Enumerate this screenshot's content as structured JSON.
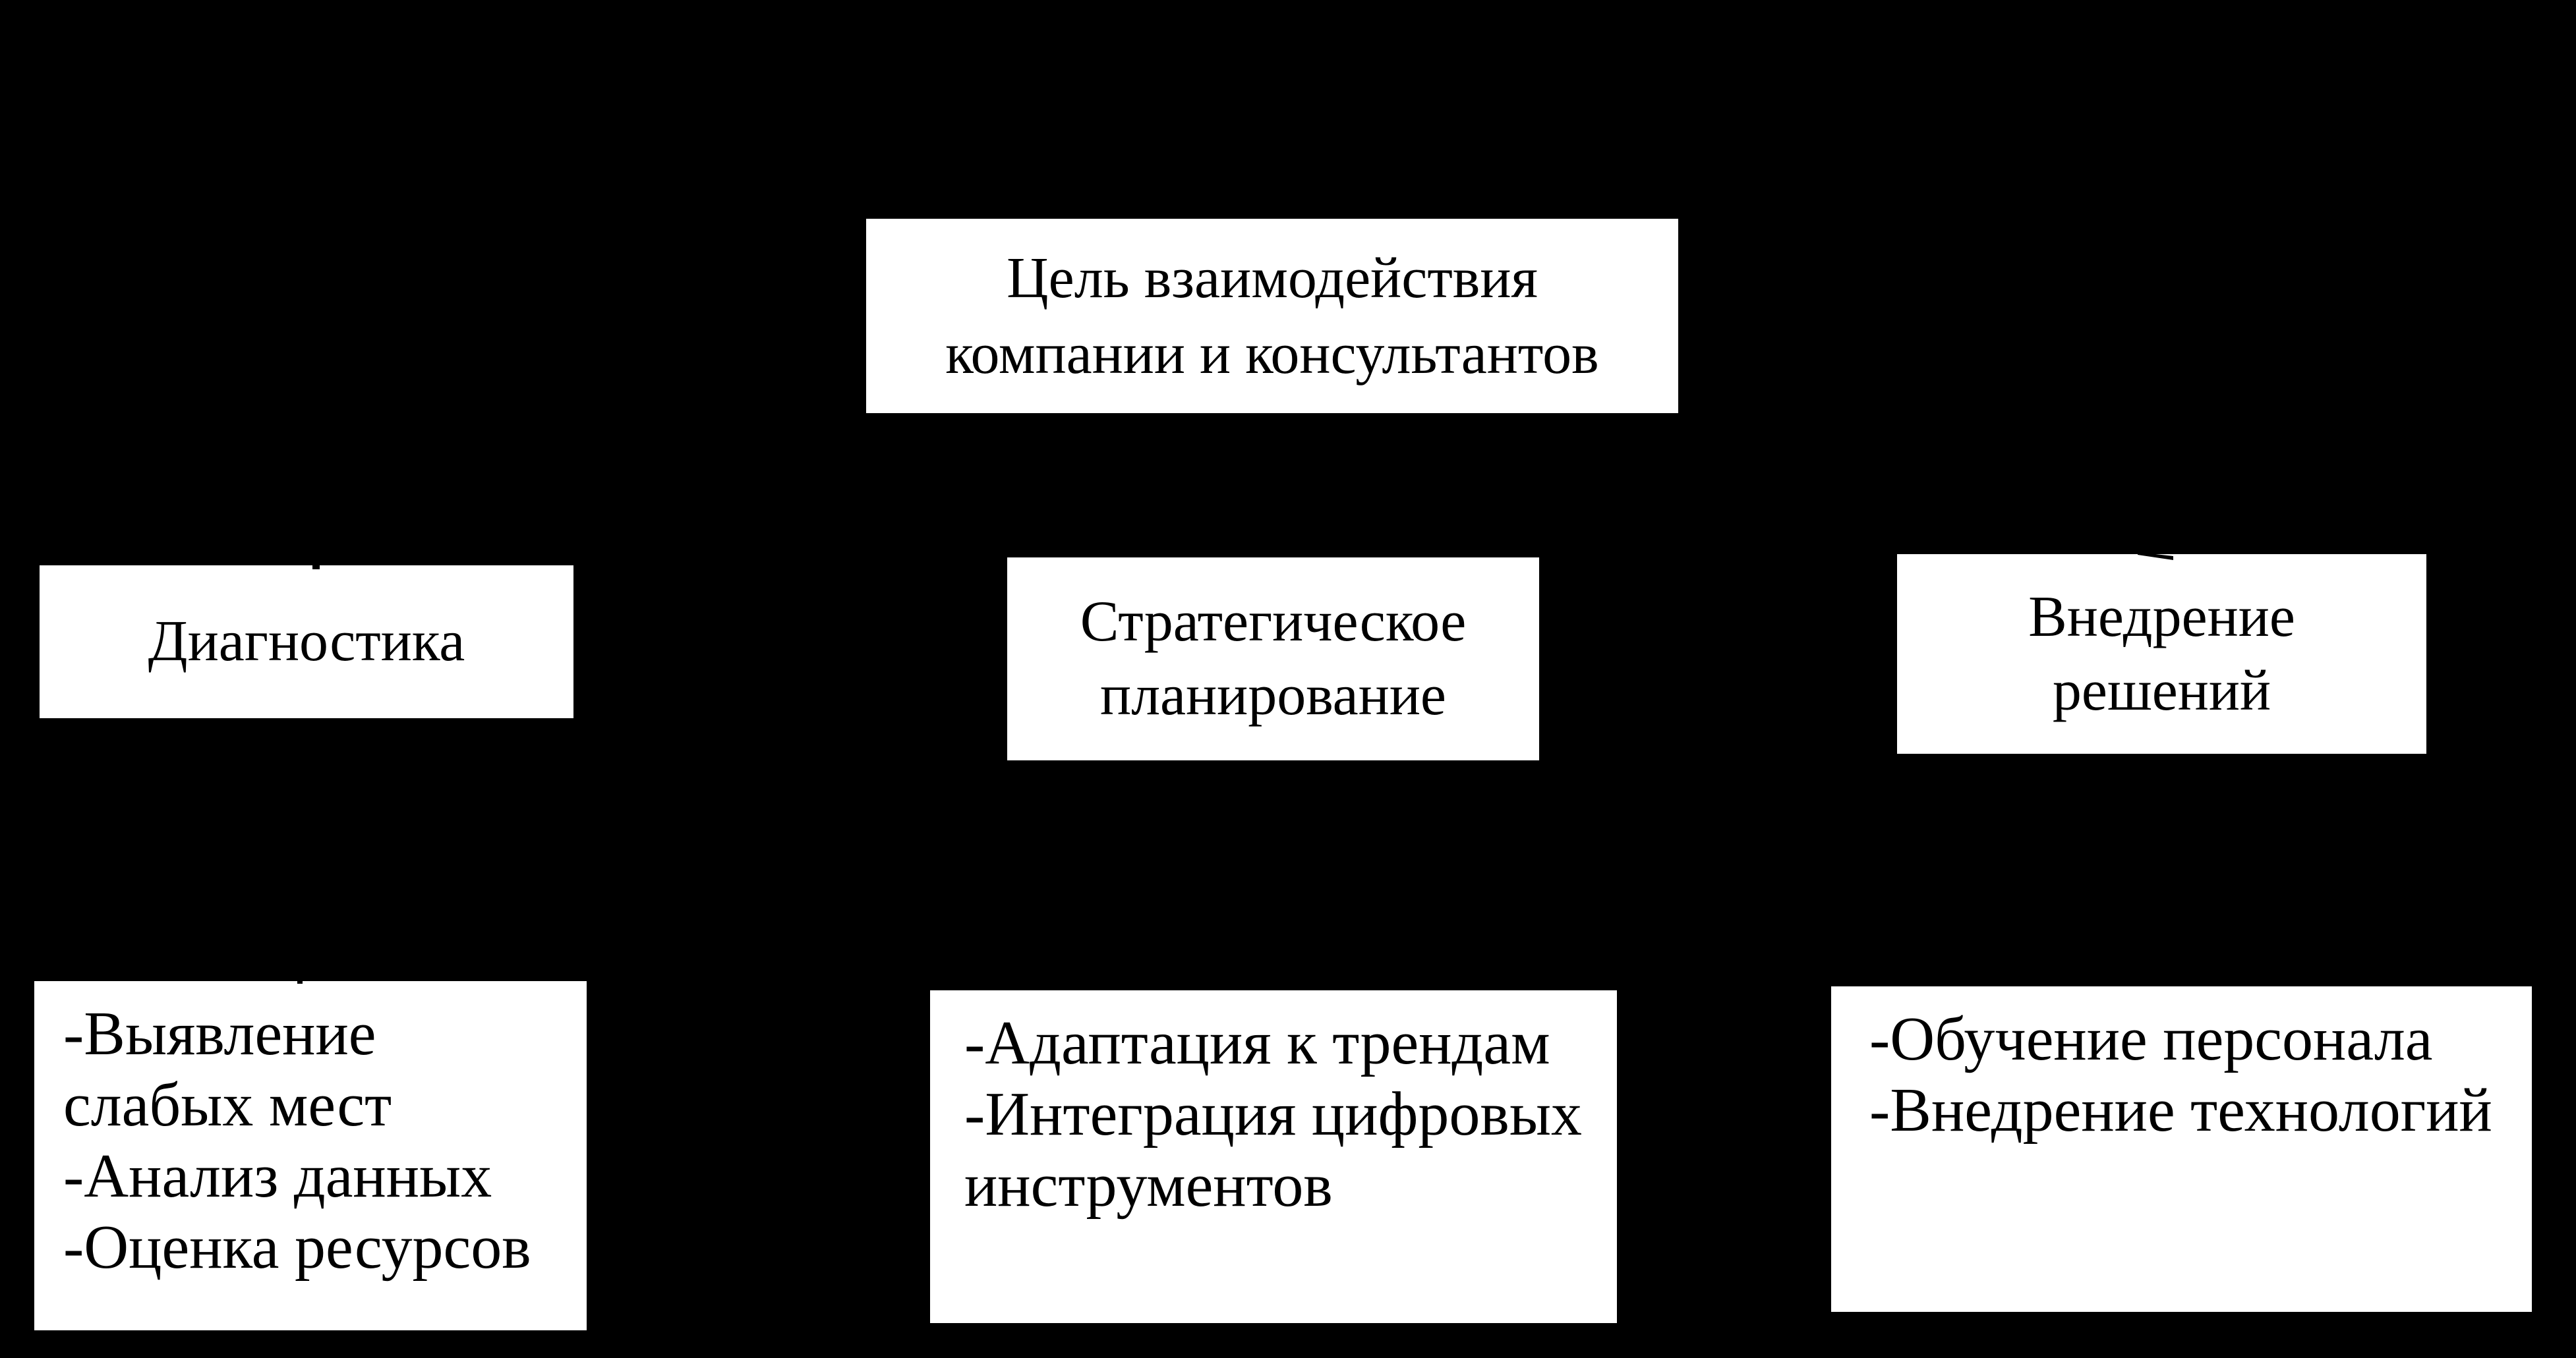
{
  "page": {
    "background_color": "#000000",
    "box_fill_color": "#ffffff",
    "text_color": "#000000"
  },
  "diagram": {
    "goal_box": {
      "lines": [
        "Цель взаимодействия",
        "компании и консультантов"
      ]
    },
    "stage_boxes": [
      {
        "id": "diagnostics",
        "lines": [
          "Диагностика"
        ]
      },
      {
        "id": "strategic-planning",
        "lines": [
          "Стратегическое",
          "планирование"
        ]
      },
      {
        "id": "implementation",
        "lines": [
          "Внедрение",
          "решений"
        ]
      }
    ],
    "detail_boxes": [
      {
        "id": "diagnostics-details",
        "lines": [
          "-Выявление",
          "слабых мест",
          "-Анализ данных",
          "-Оценка ресурсов"
        ]
      },
      {
        "id": "strategic-planning-details",
        "lines": [
          "-Адаптация к трендам",
          "-Интеграция цифровых",
          "инструментов"
        ]
      },
      {
        "id": "implementation-details",
        "lines": [
          "-Обучение персонала",
          "-Внедрение технологий"
        ]
      }
    ]
  }
}
